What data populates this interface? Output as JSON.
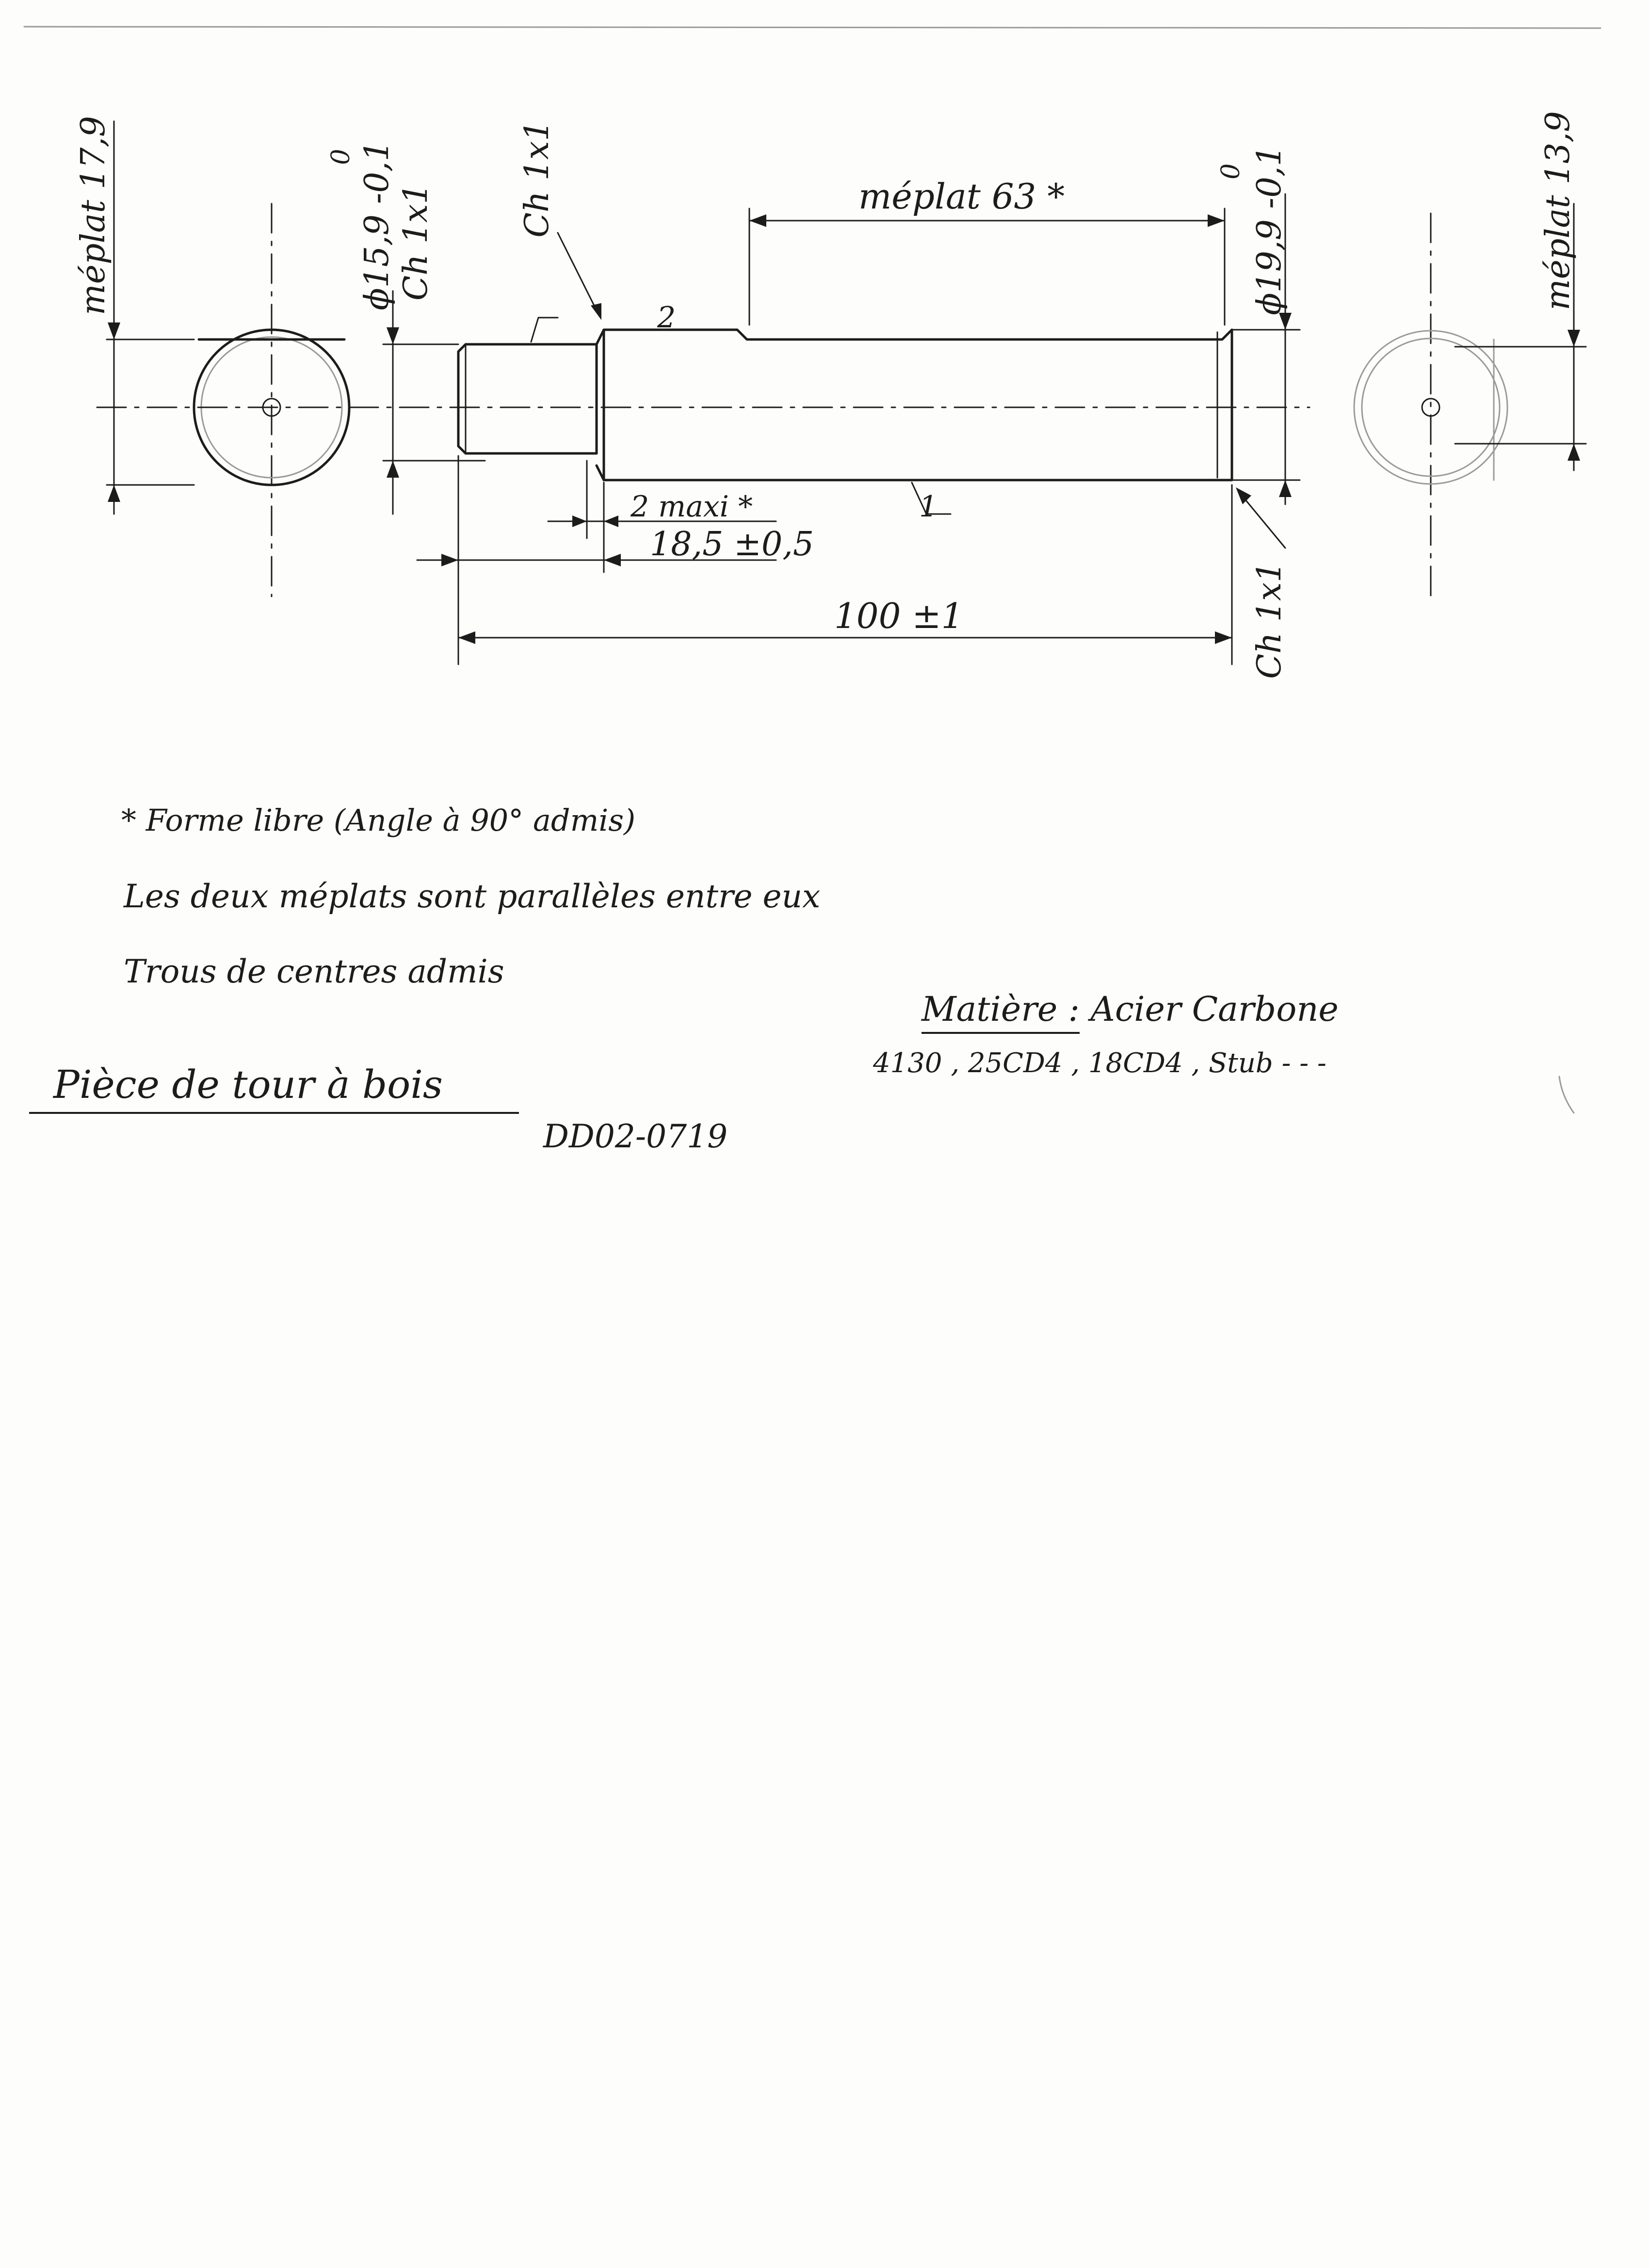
{
  "drawing": {
    "left_view": {
      "flat_label": "méplat 17,9"
    },
    "right_view": {
      "flat_label": "méplat 13,9"
    },
    "dimensions": {
      "small_diameter": "ϕ15,9 -0,1",
      "small_diameter_tol_upper": "0",
      "chamfer_small_end": "Ch 1x1",
      "chamfer_shoulder": "Ch 1x1",
      "chamfer_large_end": "Ch 1x1",
      "large_diameter": "ϕ19,9 -0,1",
      "large_diameter_tol_upper": "0",
      "flat_length": "méplat 63 *",
      "shoulder_width": "2 maxi *",
      "step_length": "18,5 ±0,5",
      "total_length": "100 ±1",
      "roughness_1": "1",
      "roughness_2": "2"
    }
  },
  "notes": {
    "free_form": "* Forme libre (Angle à 90° admis)",
    "flats_parallel": "Les deux méplats sont parallèles entre eux",
    "center_holes": "Trous de centres admis",
    "material_label": "Matière :",
    "material_value": "Acier Carbone",
    "material_grades": "4130 , 25CD4 , 18CD4 , Stub - - -",
    "part_title": "Pièce de tour à bois",
    "drawing_ref": "DD02-0719"
  }
}
